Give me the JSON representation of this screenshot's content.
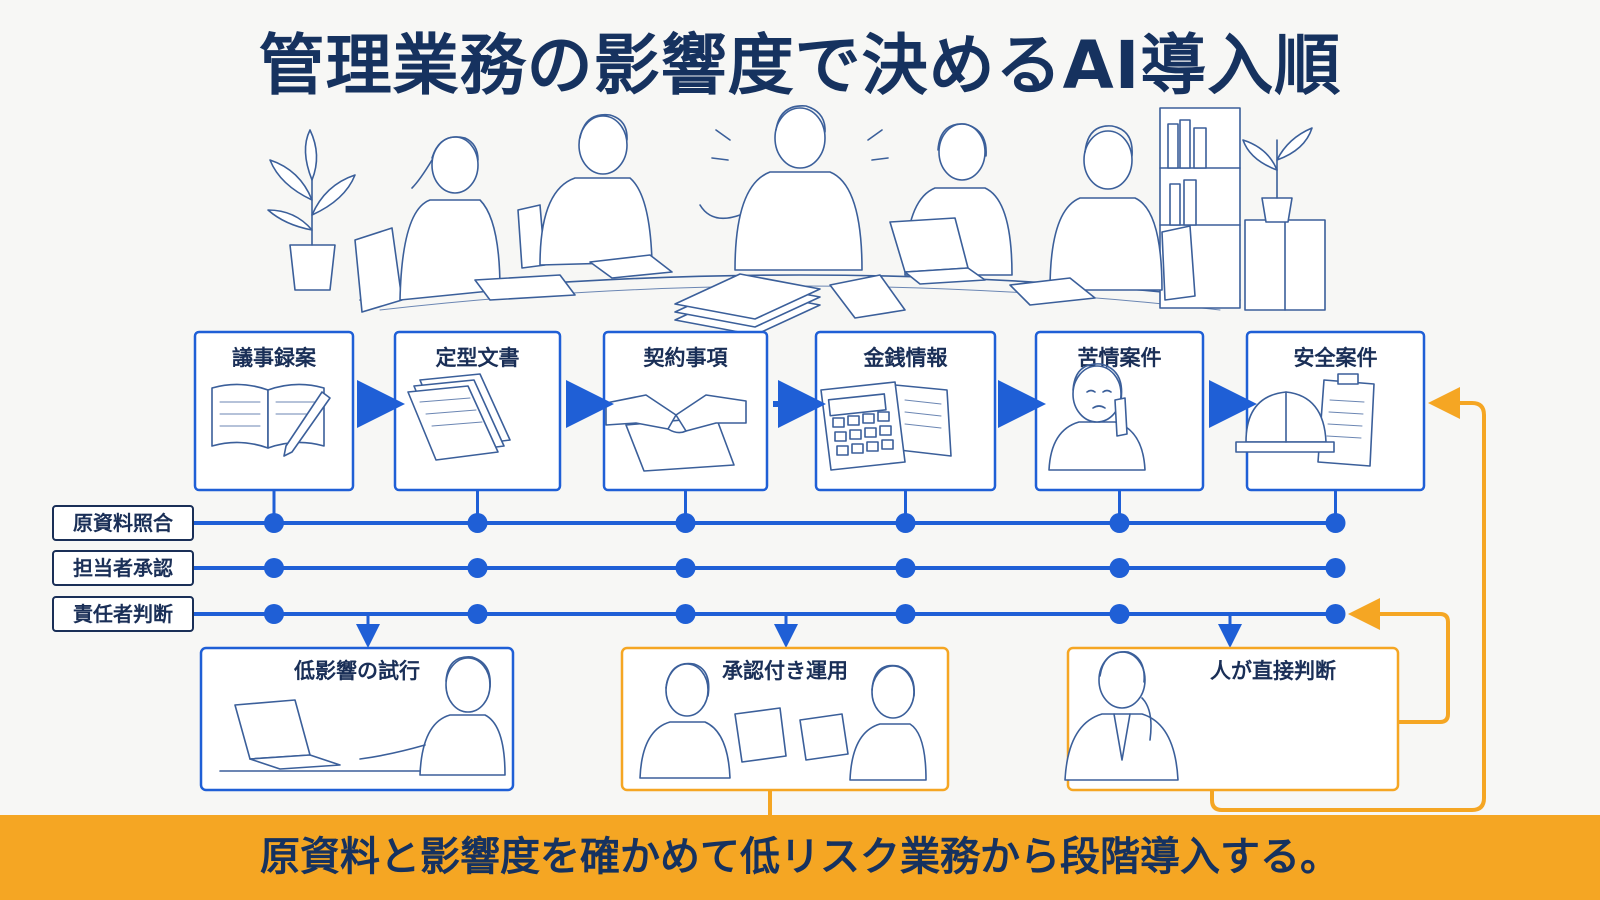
{
  "title": "管理業務の影響度で決めるAI導入順",
  "steps": [
    {
      "label": "議事録案",
      "icon": "open-notebook-pen-icon"
    },
    {
      "label": "定型文書",
      "icon": "document-stack-icon"
    },
    {
      "label": "契約事項",
      "icon": "handshake-contract-icon"
    },
    {
      "label": "金銭情報",
      "icon": "calculator-papers-icon"
    },
    {
      "label": "苦情案件",
      "icon": "phone-worried-person-icon"
    },
    {
      "label": "安全案件",
      "icon": "hardhat-clipboard-icon"
    }
  ],
  "rows": [
    {
      "label": "原資料照合"
    },
    {
      "label": "担当者承認"
    },
    {
      "label": "責任者判断"
    }
  ],
  "outcomes": [
    {
      "label": "低影響の試行",
      "icon": "person-at-laptop-icon"
    },
    {
      "label": "承認付き運用",
      "icon": "two-people-exchanging-documents-icon"
    },
    {
      "label": "人が直接判断",
      "icon": "thinking-manager-icon"
    }
  ],
  "footer": "原資料と影響度を確かめて低リスク業務から段階導入する。",
  "colors": {
    "primary_blue": "#1f5fd6",
    "accent_orange": "#f5a623",
    "ink_navy": "#16325f"
  }
}
